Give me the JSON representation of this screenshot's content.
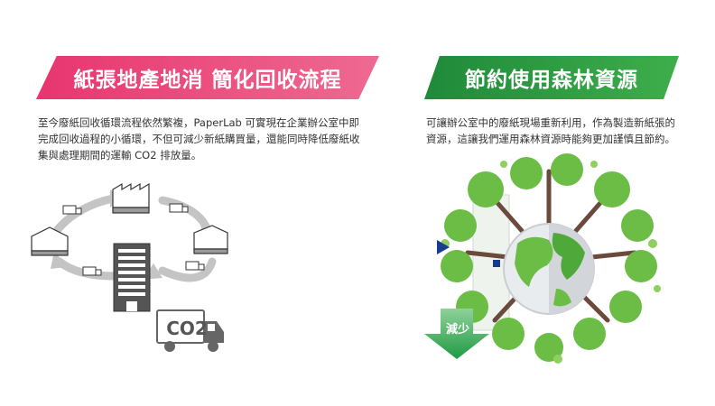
{
  "left": {
    "title": "紙張地產地消 簡化回收流程",
    "description": "至今廢紙回收循環流程依然繁複，PaperLab 可實現在企業辦公室中即完成回收過程的小循環，不但可減少新紙購買量，還能同時降低廢紙收集與處理期間的運輸 CO2 排放量。",
    "truck_label": "CO2",
    "colors": {
      "banner": "#e8356f",
      "arrows": "#bfbfbf"
    }
  },
  "right": {
    "title": "節約使用森林資源",
    "description": "可讓辦公室中的廢紙現場重新利用，作為製造新紙張的資源，這讓我們運用森林資源時能夠更加謹慎且節約。",
    "reduce_label": "減少",
    "colors": {
      "banner": "#2a9a44",
      "tree": "#6cbd45",
      "arrow": "#2aa24a",
      "pointer": "#1a3a8c"
    }
  }
}
